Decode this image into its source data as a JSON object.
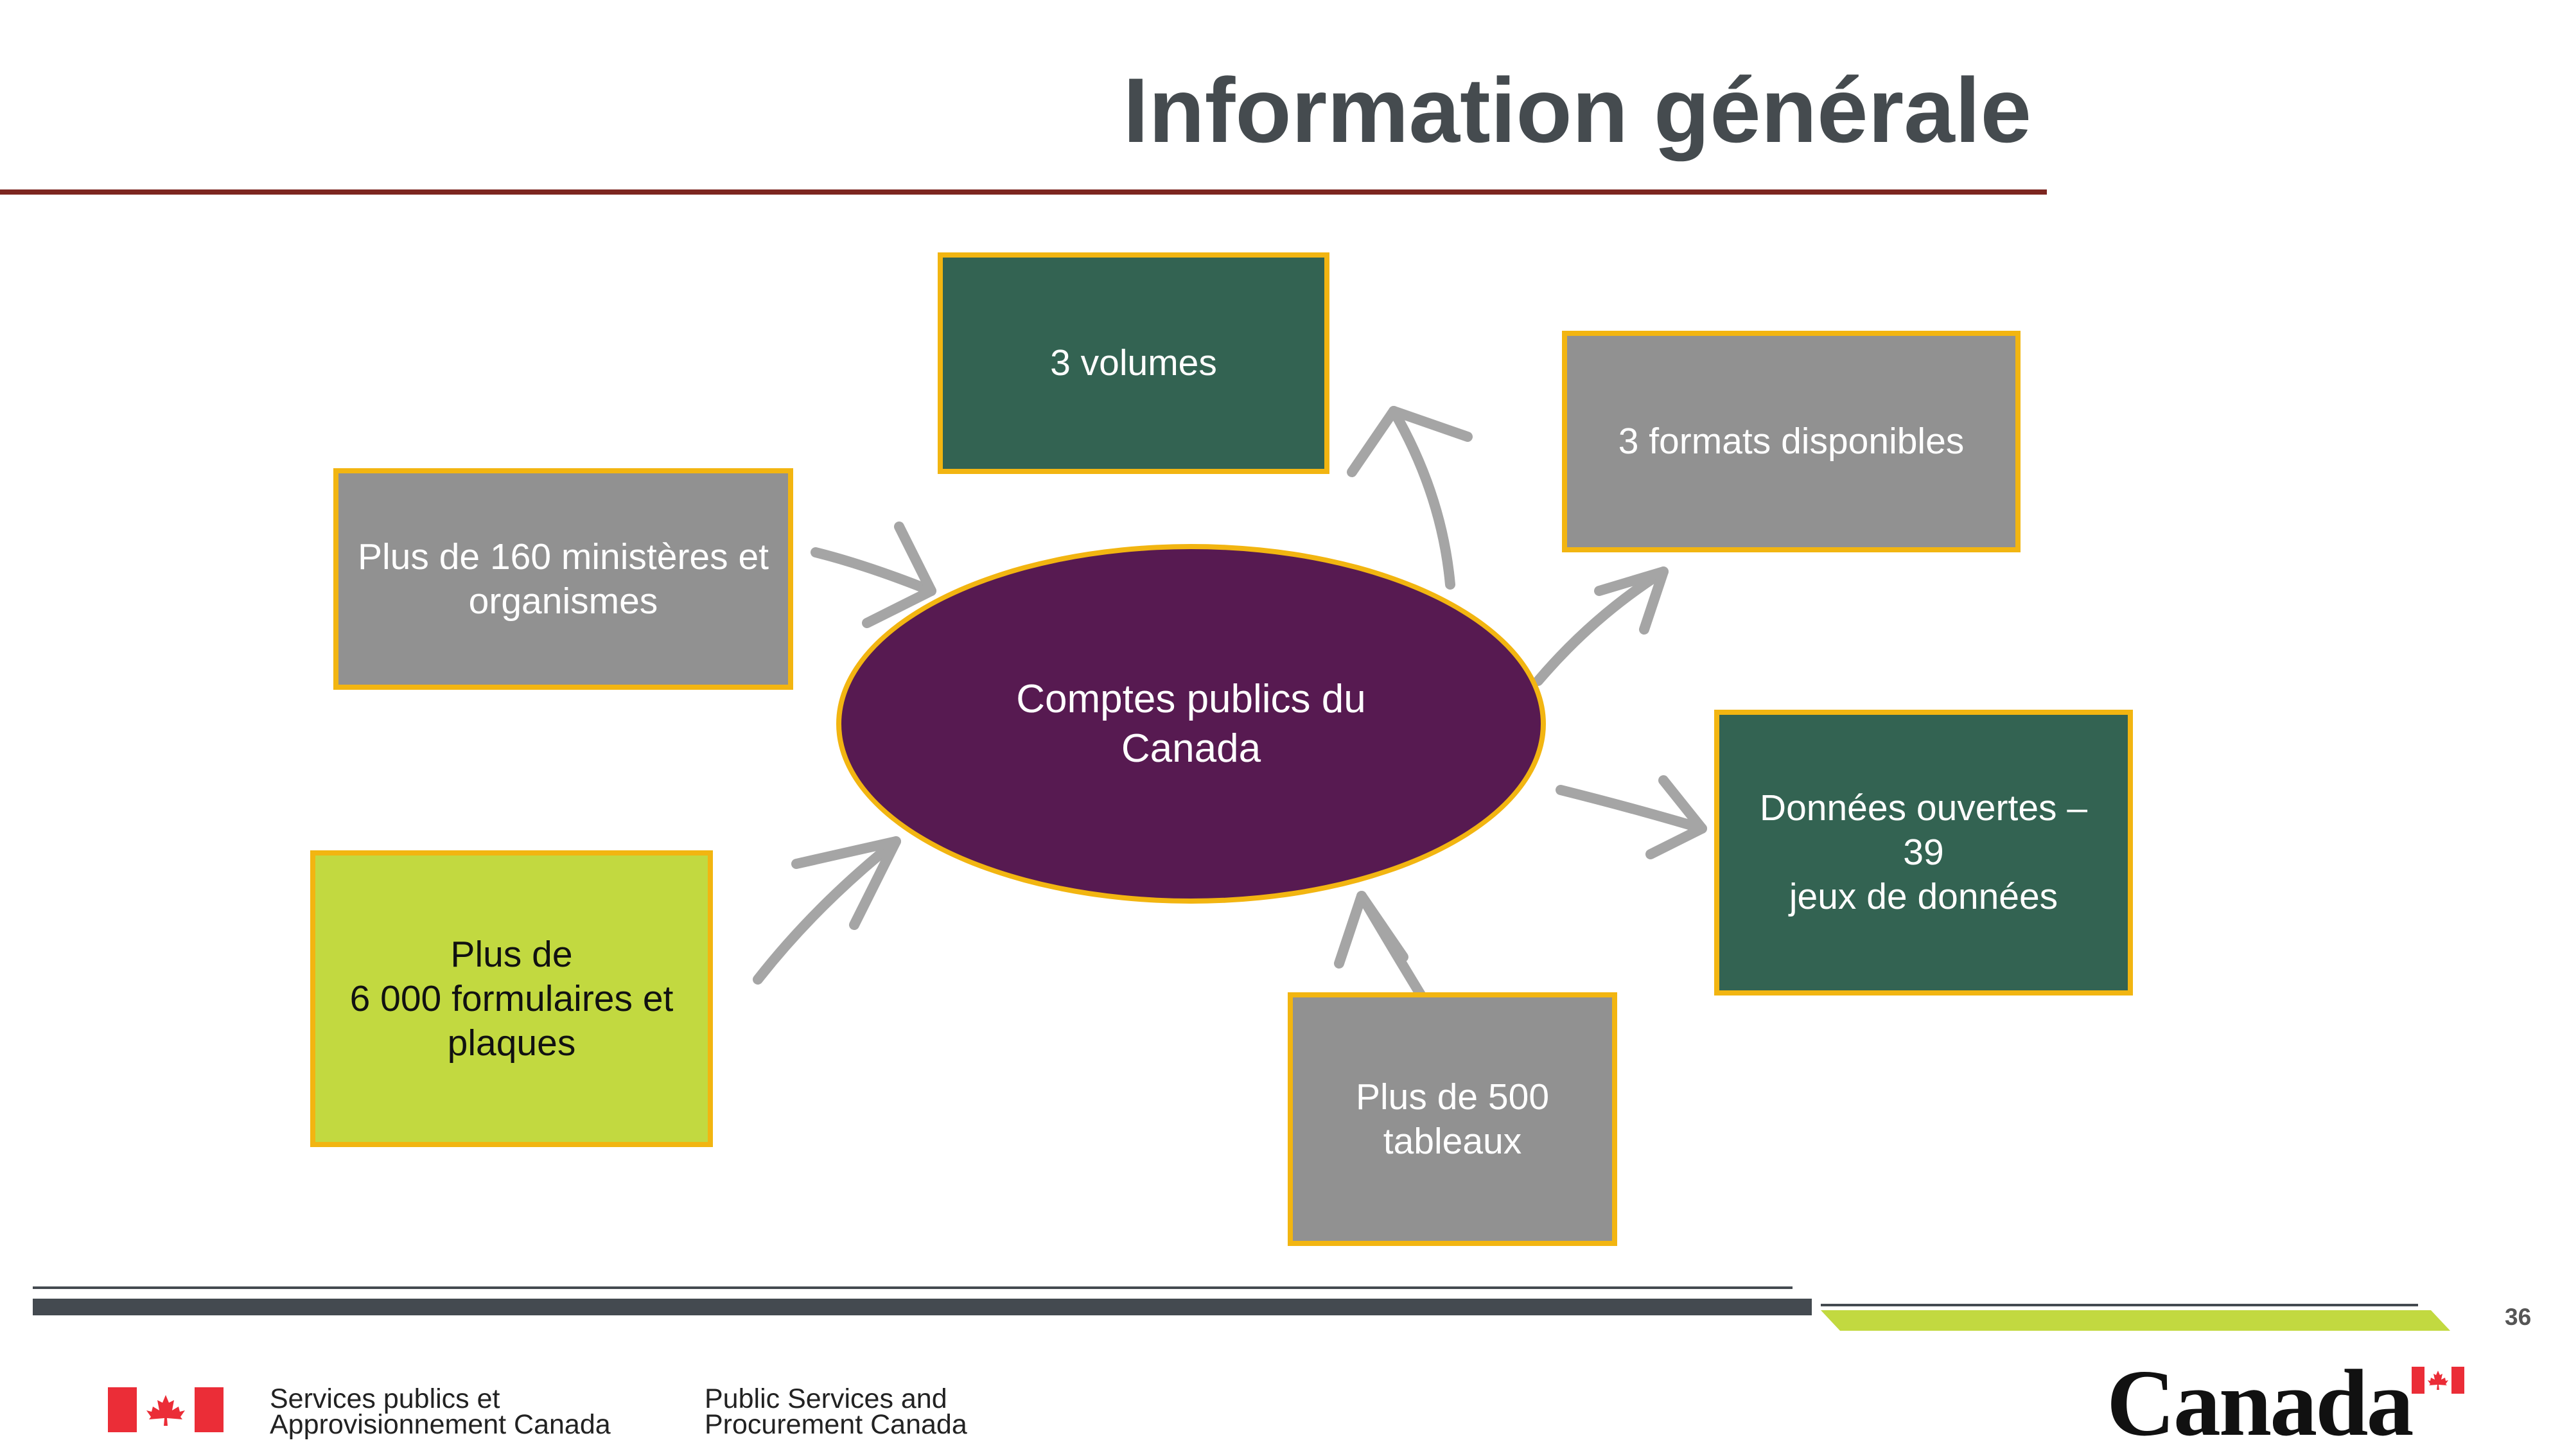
{
  "header": {
    "title": "Information générale"
  },
  "diagram": {
    "center": "Comptes publics du\nCanada",
    "nodes": {
      "volumes": "3 volumes",
      "formats": "3 formats disponibles",
      "ministeres": "Plus de 160 ministères et\norganismes",
      "donnees": "Données ouvertes – 39\njeux de données",
      "formulaires": "Plus de\n6 000 formulaires et\nplaques",
      "tableaux": "Plus de 500\ntableaux"
    }
  },
  "footer": {
    "page_number": "36",
    "department_fr": "Services publics et\nApprovisionnement Canada",
    "department_en": "Public Services and\nProcurement Canada",
    "wordmark": "Canada"
  },
  "colors": {
    "title_text": "#454b4f",
    "title_rule": "#7d2620",
    "center_fill": "#571a51",
    "box_border": "#f2b511",
    "gray_box": "#919191",
    "green_box": "#336352",
    "lime_box": "#c2d940",
    "arrow": "#a5a5a5",
    "flag_red": "#eb2d37"
  },
  "icons": [
    "canada-flag-icon",
    "maple-leaf-icon",
    "arrow-icon"
  ]
}
